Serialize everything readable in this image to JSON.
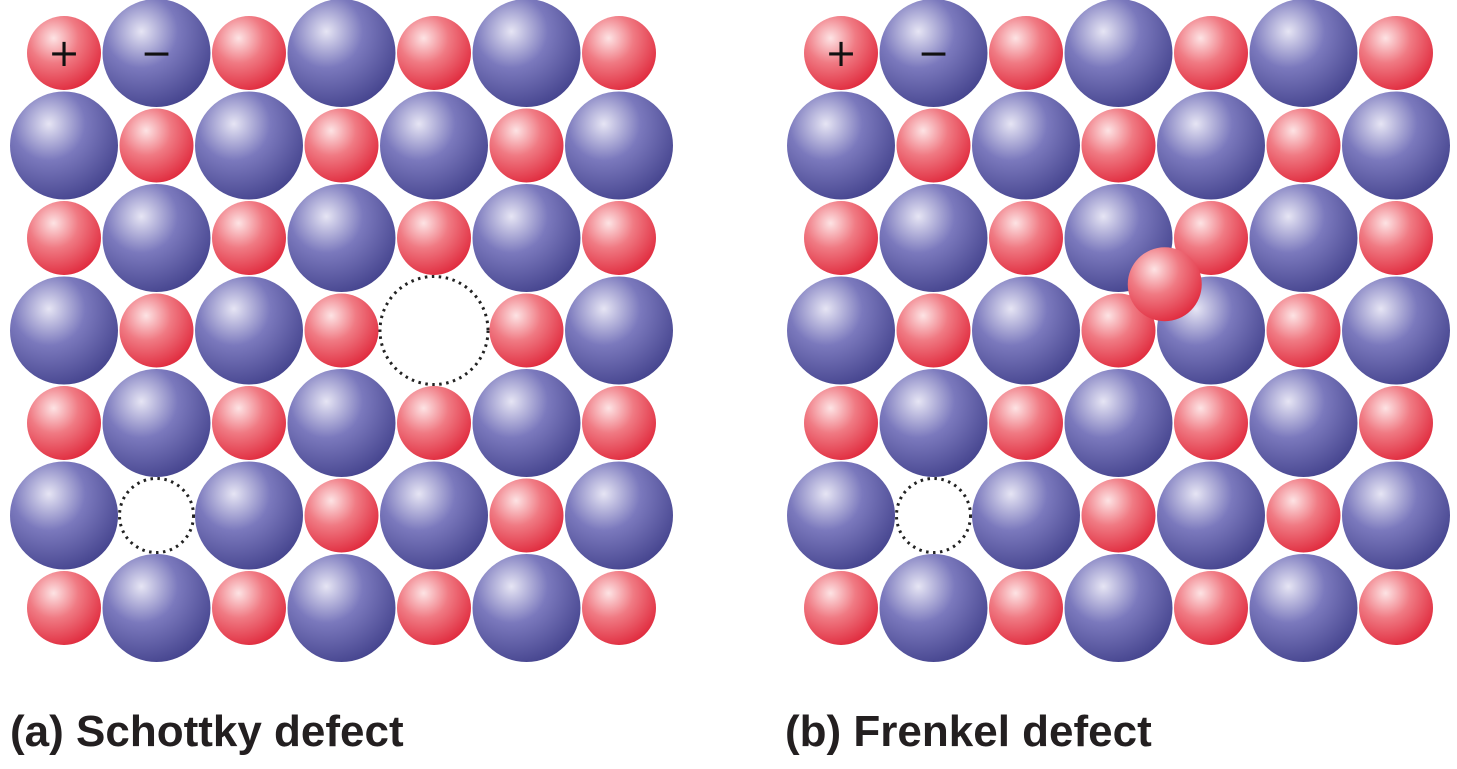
{
  "colors": {
    "cation": "#e8505b",
    "anion": "#5f5da8",
    "vacancy_outline": "#222222",
    "caption_text": "#231f20"
  },
  "legend": {
    "cation_sign": "+",
    "anion_sign": "−"
  },
  "panels": [
    {
      "id": "schottky",
      "caption": "(a) Schottky defect",
      "rows": 7,
      "cols": 7,
      "pattern": "cation at even (row+col), anion at odd (row+col)",
      "vacancies": [
        {
          "row": 3,
          "col": 4,
          "ion": "anion"
        },
        {
          "row": 5,
          "col": 1,
          "ion": "cation"
        }
      ],
      "interstitials": []
    },
    {
      "id": "frenkel",
      "caption": "(b) Frenkel defect",
      "rows": 7,
      "cols": 7,
      "pattern": "cation at even (row+col), anion at odd (row+col)",
      "vacancies": [
        {
          "row": 5,
          "col": 1,
          "ion": "cation"
        }
      ],
      "interstitials": [
        {
          "ion": "cation",
          "between_rows": [
            2,
            3
          ],
          "between_cols": [
            3,
            4
          ]
        }
      ]
    }
  ]
}
